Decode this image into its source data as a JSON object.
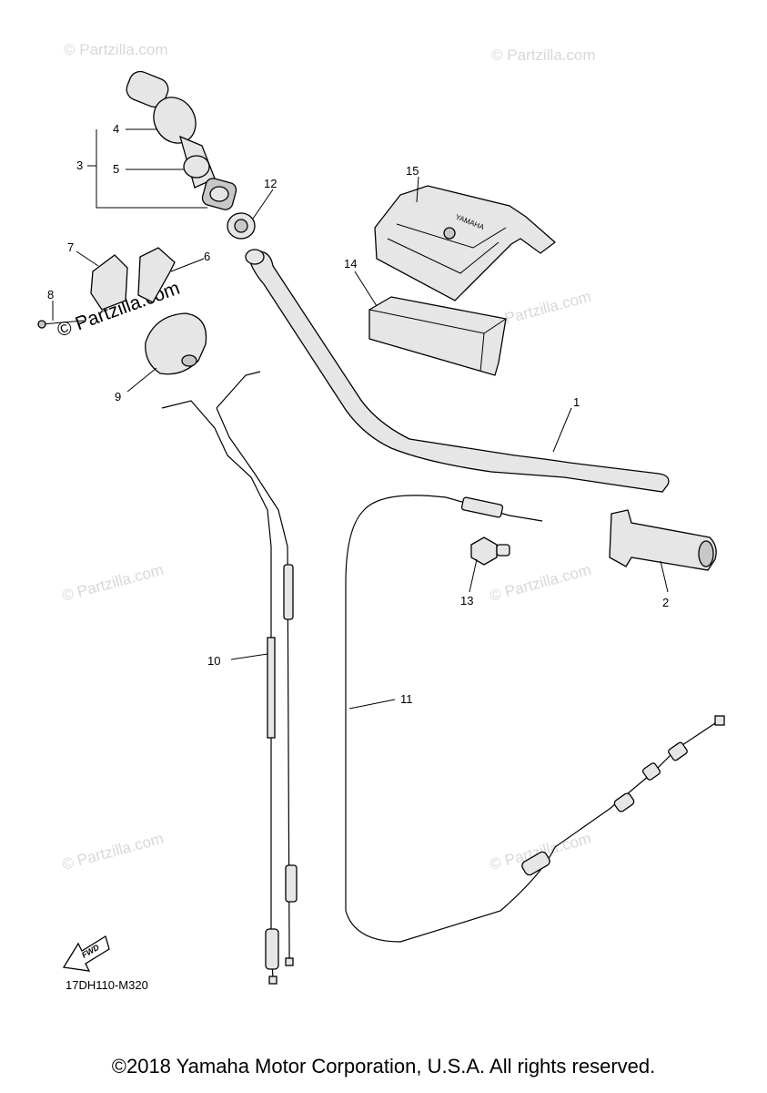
{
  "diagram_code": "17DH110-M320",
  "copyright": "©2018 Yamaha Motor Corporation, U.S.A. All rights reserved.",
  "watermark": "© Partzilla.com",
  "fwd_label": "FWD",
  "cover_logo_text": "YAMAHA",
  "callouts": {
    "p1": "1",
    "p2": "2",
    "p3": "3",
    "p4": "4",
    "p5": "5",
    "p6": "6",
    "p7": "7",
    "p8": "8",
    "p9": "9",
    "p10": "10",
    "p11": "11",
    "p12": "12",
    "p13": "13",
    "p14": "14",
    "p15": "15"
  }
}
